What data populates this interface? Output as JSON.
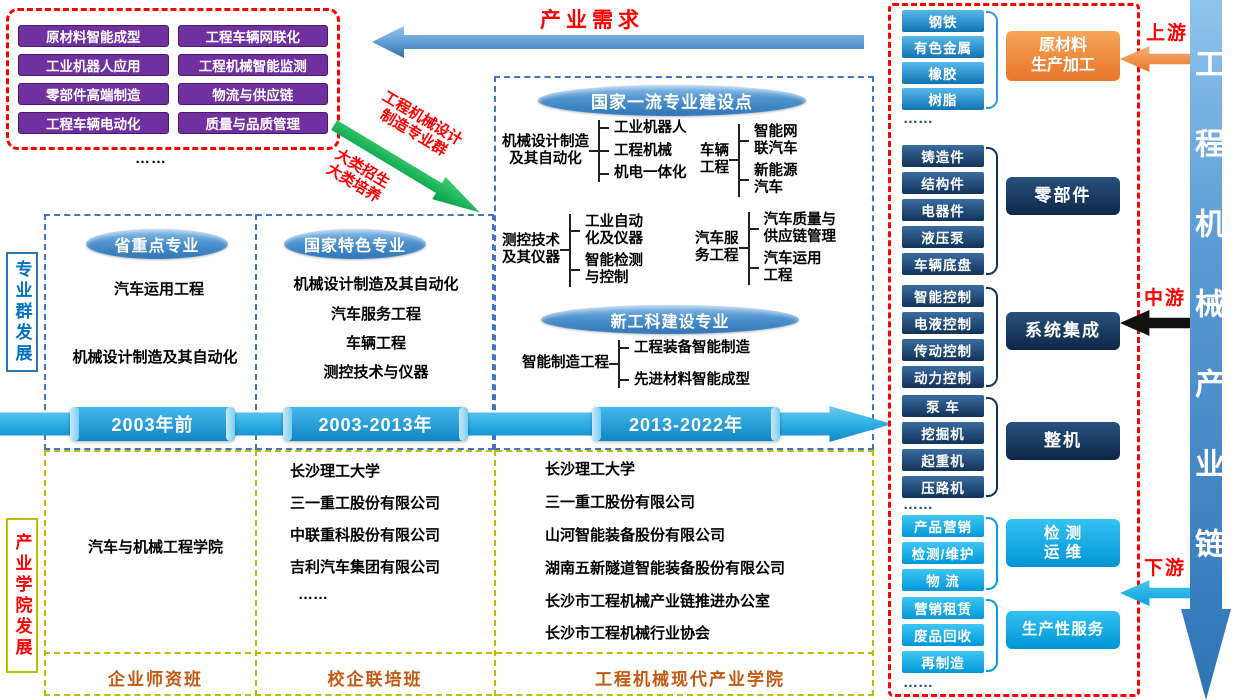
{
  "colors": {
    "red": "#FF0000",
    "purple": "#7030A0",
    "navy": "#16365C",
    "cyan": "#00B0F0",
    "orange": "#ED7D31",
    "green": "#00B050",
    "blue": "#2E75B6",
    "timeline_blue": "#29ABE2",
    "olive_dash": "#BDBD00",
    "bottom_label": "#C45911"
  },
  "top_left": {
    "items": [
      "原材料智能成型",
      "工程车辆网联化",
      "工业机器人应用",
      "工程机械智能监测",
      "零部件高端制造",
      "物流与供应链",
      "工程车辆电动化",
      "质量与品质管理"
    ],
    "ellipsis": "……"
  },
  "demand": {
    "label": "产业需求"
  },
  "green": {
    "label1": "工程机械设计\n制造专业群",
    "label2": "大类招生\n大类培养"
  },
  "left_labels": {
    "group": "专业群发展",
    "college": "产业学院发展"
  },
  "axis": {
    "periods": [
      "2003年前",
      "2003-2013年",
      "2013-2022年"
    ]
  },
  "col1": {
    "header": "省重点专业",
    "majors": [
      "汽车运用工程",
      "机械设计制造及其自动化"
    ],
    "below": [
      "汽车与机械工程学院"
    ],
    "bottom": "企业师资班"
  },
  "col2": {
    "header": "国家特色专业",
    "majors": [
      "机械设计制造及其自动化",
      "汽车服务工程",
      "车辆工程",
      "测控技术与仪器"
    ],
    "below": [
      "长沙理工大学",
      "三一重工股份有限公司",
      "中联重科股份有限公司",
      "吉利汽车集团有限公司",
      "……"
    ],
    "bottom": "校企联培班"
  },
  "col3": {
    "header": "国家一流专业建设点",
    "trees": [
      {
        "parent": "机械设计制造\n及其自动化",
        "children": [
          "工业机器人",
          "工程机械",
          "机电一体化"
        ]
      },
      {
        "parent": "车辆\n工程",
        "children": [
          "智能网\n联汽车",
          "新能源\n汽车"
        ]
      },
      {
        "parent": "测控技术\n及其仪器",
        "children": [
          "工业自动\n化及仪器",
          "智能检测\n与控制"
        ]
      },
      {
        "parent": "汽车服\n务工程",
        "children": [
          "汽车质量与\n供应链管理",
          "汽车运用\n工程"
        ]
      }
    ],
    "subheader": "新工科建设专业",
    "tree_new": {
      "parent": "智能制造工程",
      "children": [
        "工程装备智能制造",
        "先进材料智能成型"
      ]
    },
    "below": [
      "长沙理工大学",
      "三一重工股份有限公司",
      "山河智能装备股份有限公司",
      "湖南五新隧道智能装备股份有限公司",
      "长沙市工程机械产业链推进办公室",
      "长沙市工程机械行业协会"
    ],
    "bottom": "工程机械现代产业学院"
  },
  "right": {
    "groups": [
      {
        "items": [
          "钢铁",
          "有色金属",
          "橡胶",
          "树脂"
        ],
        "label": "原材料\n生产加工"
      },
      {
        "items": [
          "铸造件",
          "结构件",
          "电器件",
          "液压泵",
          "车辆底盘"
        ],
        "label": "零部件"
      },
      {
        "items": [
          "智能控制",
          "电液控制",
          "传动控制",
          "动力控制"
        ],
        "label": "系统集成"
      },
      {
        "items": [
          "泵 车",
          "挖掘机",
          "起重机",
          "压路机"
        ],
        "label": "整机"
      },
      {
        "items": [
          "产品营销",
          "检测/维护",
          "物 流"
        ],
        "label": "检 测\n运 维"
      },
      {
        "items": [
          "营销租赁",
          "废品回收",
          "再制造"
        ],
        "label": "生产性服务"
      }
    ],
    "stages": [
      "上游",
      "中游",
      "下游"
    ],
    "chain": "工程机械产业链",
    "ellipsis": "……"
  }
}
